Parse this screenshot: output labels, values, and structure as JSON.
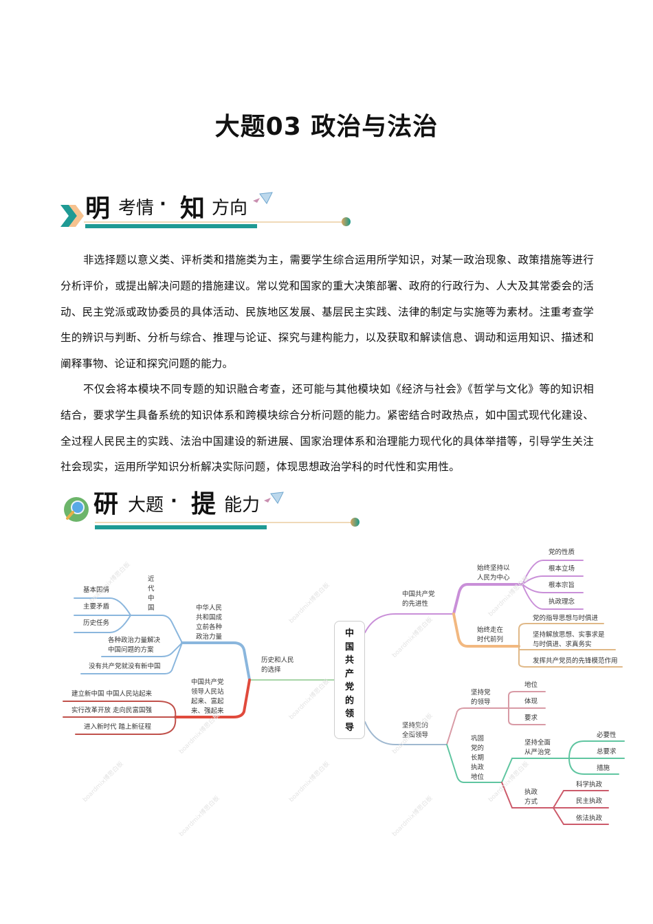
{
  "document": {
    "title": "大题03  政治与法治"
  },
  "section1": {
    "heading_big1": "明",
    "heading_small1": "考情",
    "heading_dot": "·",
    "heading_big2": "知",
    "heading_small2": "方向",
    "icon": "paper-plane-icon",
    "paragraphs": [
      "非选择题以意义类、评析类和措施类为主，需要学生综合运用所学知识，对某一政治现象、政策措施等进行分析评价，或提出解决问题的措施建议。常以党和国家的重大决策部署、政府的行政行为、人大及其常委会的活动、民主党派或政协委员的具体活动、民族地区发展、基层民主实践、法律的制定与实施等为素材。注重考查学生的辨识与判断、分析与综合、推理与论证、探究与建构能力，以及获取和解读信息、调动和运用知识、描述和阐释事物、论证和探究问题的能力。",
      "不仅会将本模块不同专题的知识融合考查，还可能与其他模块如《经济与社会》《哲学与文化》等的知识相结合，要求学生具备系统的知识体系和跨模块综合分析问题的能力。紧密结合时政热点，如中国式现代化建设、全过程人民民主的实践、法治中国建设的新进展、国家治理体系和治理能力现代化的具体举措等，引导学生关注社会现实，运用所学知识分析解决实际问题，体现思想政治学科的时代性和实用性。"
    ]
  },
  "section2": {
    "heading_big1": "研",
    "heading_small1": "大题",
    "heading_dot": "·",
    "heading_big2": "提",
    "heading_small2": "能力",
    "icon": "magnifier-icon"
  },
  "mindmap": {
    "root": "中国共产党的领导",
    "root_chars": [
      "中",
      "国",
      "共",
      "产",
      "党",
      "的",
      "领",
      "导"
    ],
    "left": {
      "branch": "历史和人民的选择",
      "branch_lines": [
        "历史和人民",
        "的选择"
      ],
      "sub1": {
        "lines": [
          "中华人民",
          "共和国成",
          "立前各种",
          "政治力量"
        ],
        "group": {
          "lines": [
            "近",
            "代",
            "中",
            "国"
          ],
          "children": [
            "基本国情",
            "主要矛盾",
            "历史任务"
          ]
        },
        "children": [
          [
            "各种政治力量解决",
            "中国问题的方案"
          ],
          [
            "没有共产党就没有新中国"
          ]
        ]
      },
      "sub2": {
        "lines": [
          "中国共产党",
          "领导人民站",
          "起来、富起",
          "来、强起来"
        ],
        "children": [
          "建立新中国 中国人民站起来",
          "实行改革开放 走向民富国强",
          "进入新时代 踏上新征程"
        ]
      }
    },
    "right": {
      "branch1": {
        "lines": [
          "中国共产党",
          "的先进性"
        ],
        "sub1": {
          "lines": [
            "始终坚持以",
            "人民为中心"
          ],
          "children": [
            "党的性质",
            "根本立场",
            "根本宗旨",
            "执政理念"
          ]
        },
        "sub2": {
          "lines": [
            "始终走在",
            "时代前列"
          ],
          "children": [
            [
              "党的指导思想与时俱进"
            ],
            [
              "坚持解放思想、实事求是",
              "与时俱进、求真务实"
            ],
            [
              "发挥共产党员的先锋模范作用"
            ]
          ]
        }
      },
      "branch2": {
        "lines": [
          "坚持党的",
          "全面领导"
        ],
        "sub1": {
          "lines": [
            "坚持党",
            "的领导"
          ],
          "children": [
            "地位",
            "体现",
            "要求"
          ]
        },
        "sub2": {
          "lines": [
            "巩固",
            "党的",
            "长期",
            "执政",
            "地位"
          ],
          "g1": {
            "lines": [
              "坚持全面",
              "从严治党"
            ],
            "children": [
              "必要性",
              "总要求",
              "措施"
            ]
          },
          "g2": {
            "lines": [
              "执政",
              "方式"
            ],
            "children": [
              "科学执政",
              "民主执政",
              "依法执政"
            ]
          }
        }
      }
    },
    "watermark": "boardmix博思白板"
  },
  "colors": {
    "teal": "#1f9a94",
    "orange": "#f2b880",
    "blue": "#8ab6dd",
    "red": "#e04a3c",
    "purple": "#c98fd8",
    "tan": "#e0b887",
    "pink": "#d89aa5",
    "green": "#5fc5a0",
    "crimson": "#cc5a6a"
  }
}
